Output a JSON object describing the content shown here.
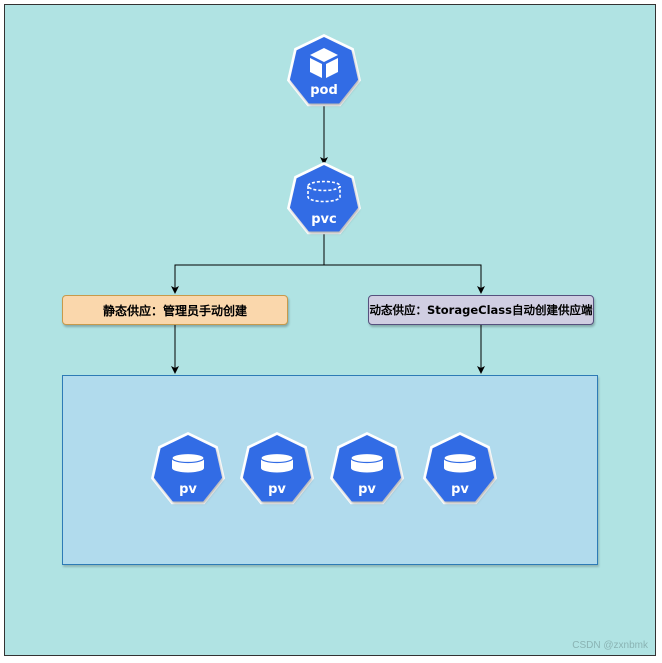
{
  "nodes": {
    "pod": {
      "label": "pod",
      "icon": "cube-icon"
    },
    "pvc": {
      "label": "pvc",
      "icon": "dashed-volume-icon"
    },
    "pv": [
      {
        "label": "pv",
        "icon": "volume-icon"
      },
      {
        "label": "pv",
        "icon": "volume-icon"
      },
      {
        "label": "pv",
        "icon": "volume-icon"
      },
      {
        "label": "pv",
        "icon": "volume-icon"
      }
    ]
  },
  "provisioning": {
    "static_label": "静态供应：管理员手动创建",
    "dynamic_label": "动态供应：StorageClass自动创建供应端"
  },
  "watermark": "CSDN @zxnbmk",
  "colors": {
    "background": "#b0e3e3",
    "k8s_blue": "#326ce5",
    "static_fill": "#fad7ac",
    "dynamic_fill": "#d0cee2",
    "pool_fill": "#b1dbed"
  }
}
